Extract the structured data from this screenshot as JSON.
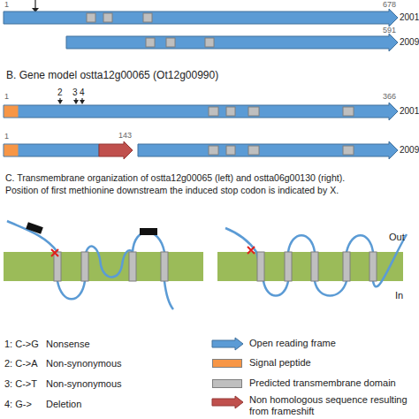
{
  "diagram": {
    "labels": [
      "1",
      "678",
      "2001",
      "591",
      "2009",
      "B. Gene model ostta12g00065 (Ot12g00990)",
      "2",
      "3",
      "4",
      "1",
      "366",
      "2001",
      "1",
      "143",
      "2009",
      "C. Transmembrane organization of ostta12g00065 (left) and ostta06g00130 (right).",
      "Position of first methionine downstream the induced stop codon is indicated by X.",
      "Out",
      "In",
      "1: C->G",
      "Nonsense",
      "2: C->A",
      "Non-synonymous",
      "3: C->T",
      "Non-synonymous",
      "4: G->",
      "Deletion"
    ],
    "legend": [
      {
        "text": "Open reading frame"
      },
      {
        "text": "Signal peptide",
        "color": "#f79646"
      },
      {
        "text": "Predicted transmembrane domain",
        "color": "#bfbfbf"
      },
      {
        "text": "Non homologous sequence resulting from frameshift"
      }
    ]
  }
}
